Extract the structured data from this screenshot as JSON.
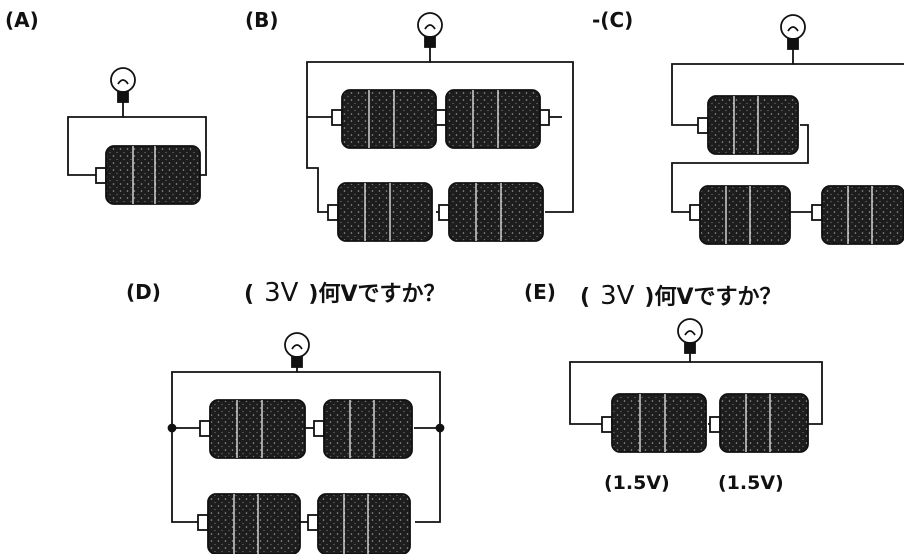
{
  "labels": {
    "a": "(A)",
    "b": "(B)",
    "c": "-(C)",
    "d": "(D)",
    "e": "(E)"
  },
  "question_d": {
    "open": "(",
    "value": "3V",
    "close": ")何Vですか？"
  },
  "question_e": {
    "open": "(",
    "value": "3V",
    "close": ")何Vですか？"
  },
  "battery_voltages": {
    "left": "(1.5V)",
    "right": "(1.5V)"
  },
  "colors": {
    "ink": "#111111",
    "battery_body": "#1a1a1a",
    "background": "#ffffff"
  }
}
